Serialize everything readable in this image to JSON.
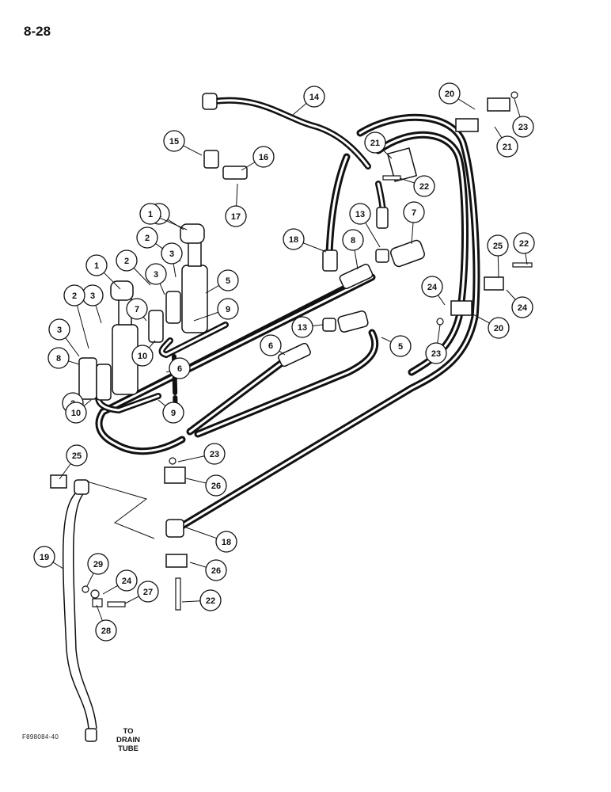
{
  "page": {
    "number": "8-28",
    "figure_code": "F898084-40"
  },
  "note": {
    "line1": "TO",
    "line2": "DRAIN",
    "line3": "TUBE"
  },
  "colors": {
    "ink": "#111111",
    "paper": "#ffffff"
  },
  "callouts": [
    "14",
    "20",
    "23",
    "21",
    "15",
    "16",
    "21",
    "22",
    "17",
    "18",
    "13",
    "7",
    "1",
    "2",
    "8",
    "25",
    "22",
    "3",
    "1",
    "5",
    "2",
    "3",
    "9",
    "24",
    "24",
    "1",
    "3",
    "7",
    "2",
    "3",
    "13",
    "20",
    "10",
    "5",
    "2",
    "6",
    "6",
    "23",
    "8",
    "9",
    "10",
    "23",
    "25",
    "26",
    "18",
    "19",
    "29",
    "24",
    "27",
    "26",
    "22",
    "28"
  ]
}
